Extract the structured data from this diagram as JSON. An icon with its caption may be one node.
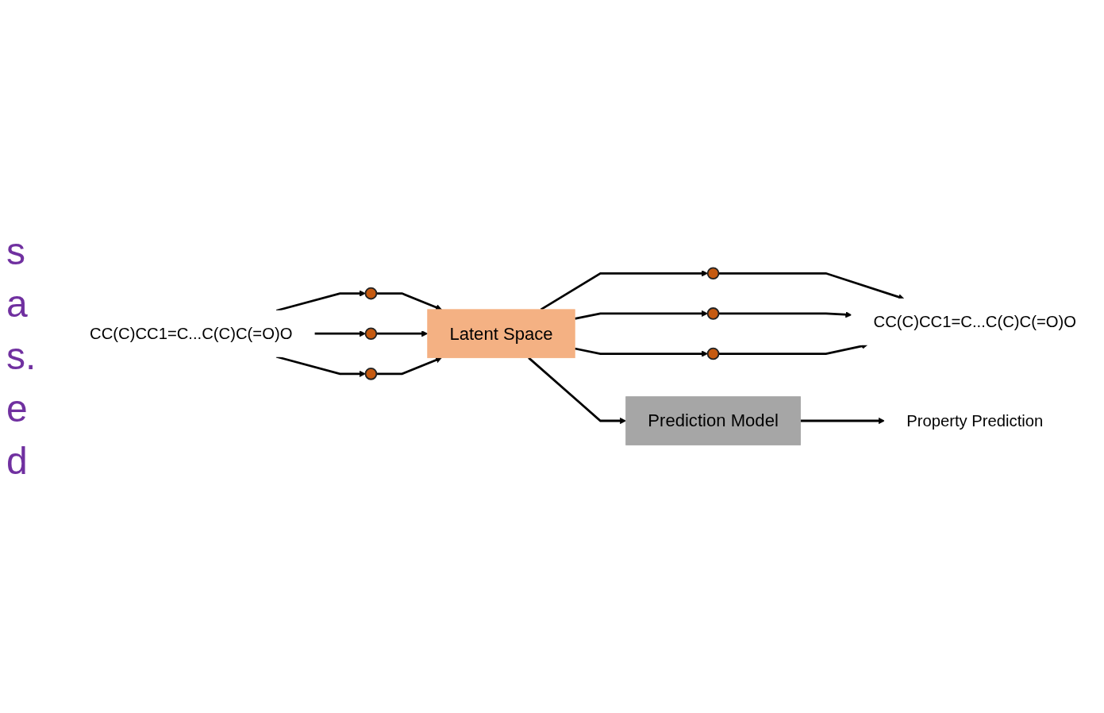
{
  "diagram": {
    "nodes": [
      {
        "text": [
          "CC(C)CC1=C...C(C)C(=O)O"
        ]
      },
      {
        "text": [],
        "shape": "circle"
      },
      {
        "text": [],
        "shape": "circle"
      },
      {
        "text": [],
        "shape": "circle"
      },
      {
        "text": [
          "Latent Space"
        ]
      },
      {
        "text": [],
        "shape": "circle"
      },
      {
        "text": [],
        "shape": "circle"
      },
      {
        "text": [],
        "shape": "circle"
      },
      {
        "text": [
          "CC(C)CC1=C...C(C)C(=O)O"
        ]
      },
      {
        "text": [
          "Prediction Model"
        ]
      },
      {
        "text": [
          "Property Prediction"
        ]
      }
    ],
    "edges": [
      {
        "from": 0,
        "to": 1,
        "arrow": "to"
      },
      {
        "from": 0,
        "to": 2,
        "arrow": "to"
      },
      {
        "from": 0,
        "to": 3,
        "arrow": "to"
      },
      {
        "from": 1,
        "to": 4,
        "arrow": "to"
      },
      {
        "from": 2,
        "to": 4,
        "arrow": "to"
      },
      {
        "from": 3,
        "to": 4,
        "arrow": "to"
      },
      {
        "from": 4,
        "to": 5,
        "arrow": "to"
      },
      {
        "from": 4,
        "to": 6,
        "arrow": "to"
      },
      {
        "from": 4,
        "to": 7,
        "arrow": "to"
      },
      {
        "from": 5,
        "to": 8,
        "arrow": "to"
      },
      {
        "from": 6,
        "to": 8,
        "arrow": "to"
      },
      {
        "from": 7,
        "to": 8,
        "arrow": "to"
      },
      {
        "from": 4,
        "to": 9,
        "arrow": "to"
      },
      {
        "from": 9,
        "to": 10,
        "arrow": "to"
      }
    ],
    "labels": [
      "s",
      "a",
      "s.",
      "e",
      "d"
    ]
  }
}
